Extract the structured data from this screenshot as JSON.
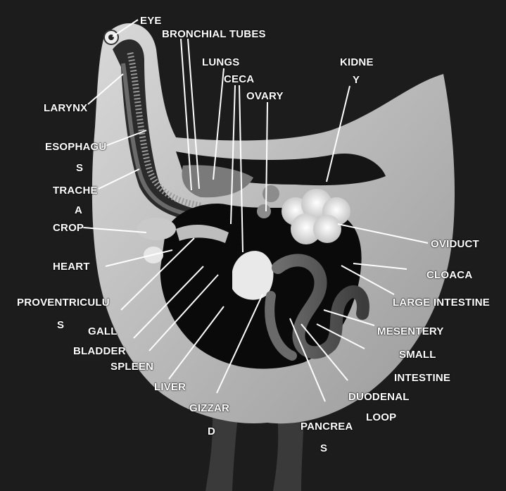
{
  "labels": {
    "eye": "EYE",
    "bronchial_tubes": "BRONCHIAL TUBES",
    "lungs": "LUNGS",
    "ceca": "CECA",
    "ovary": "OVARY",
    "kidney_1": "KIDNE",
    "kidney_2": "Y",
    "larynx": "LARYNX",
    "esophagus_1": "ESOPHAGU",
    "esophagus_2": "S",
    "trachea_1": "TRACHE",
    "trachea_2": "A",
    "crop": "CROP",
    "heart": "HEART",
    "proventriculus_1": "PROVENTRICULU",
    "proventriculus_2": "S",
    "gall": "GALL",
    "bladder": "BLADDER",
    "spleen": "SPLEEN",
    "liver": "LIVER",
    "gizzard_1": "GIZZAR",
    "gizzard_2": "D",
    "pancreas_1": "PANCREA",
    "pancreas_2": "S",
    "duodenal": "DUODENAL",
    "loop": "LOOP",
    "small": "SMALL",
    "intestine": "INTESTINE",
    "mesentery": "MESENTERY",
    "large_intestine": "LARGE INTESTINE",
    "cloaca": "CLOACA",
    "oviduct": "OVIDUCT"
  },
  "colors": {
    "background": "#1c1c1c",
    "body_wall": "#cfcfcf",
    "cavity": "#0a0a0a",
    "organ_light": "#e8e8e8",
    "organ_mid": "#8a8a8a",
    "organ_dark": "#4a4a4a",
    "label": "#ffffff",
    "leader_line": "#ffffff"
  }
}
